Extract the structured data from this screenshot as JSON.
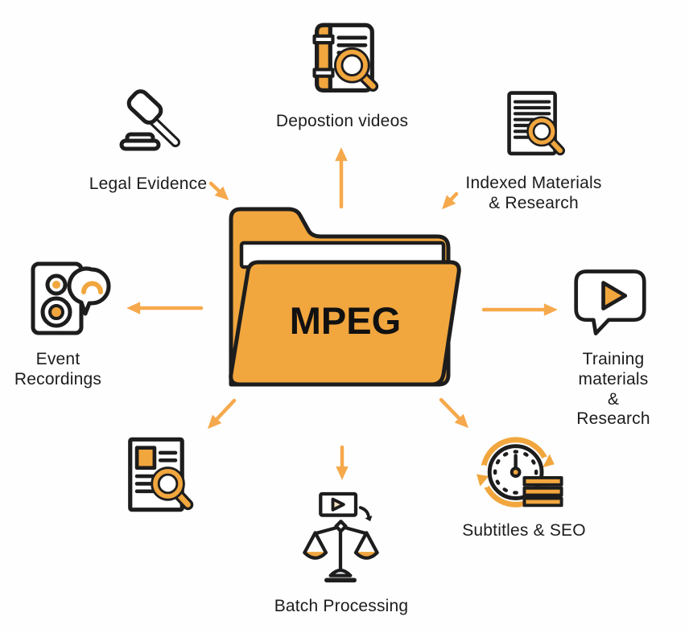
{
  "title": "MPEG use cases diagram",
  "colors": {
    "icon_orange": "#F1A63E",
    "arrow_orange": "#F6A94C",
    "outline_black": "#1d1d1d",
    "text_color": "#1c1c1c",
    "background": "#FEFEFE"
  },
  "center": {
    "label": "MPEG",
    "icon": "folder-icon"
  },
  "nodes": [
    {
      "id": "depostion-videos",
      "position": "top",
      "icon": "book-magnifier-icon",
      "label": "Depostion videos",
      "arrow": "from-center-up"
    },
    {
      "id": "legal-evidence",
      "position": "top-left",
      "icon": "gavel-icon",
      "label": "Legal Evidence",
      "arrow": "to-center-down-right"
    },
    {
      "id": "indexed-materials-research",
      "position": "top-right",
      "icon": "document-magnifier-icon",
      "label": "Indexed Materials\n& Research",
      "arrow": "to-center-down-left"
    },
    {
      "id": "event-recordings",
      "position": "left",
      "icon": "speaker-chat-icon",
      "label": "Event\nRecordings",
      "arrow": "from-center-left"
    },
    {
      "id": "training-materials-research",
      "position": "right",
      "icon": "chat-play-icon",
      "label": "Training materials\n& Research",
      "arrow": "from-center-right"
    },
    {
      "id": "document-review",
      "position": "bottom-left",
      "icon": "report-magnifier-icon",
      "label": "",
      "arrow": "from-center-down-left"
    },
    {
      "id": "batch-processing",
      "position": "bottom",
      "icon": "scales-video-icon",
      "label": "Batch Processing",
      "arrow": "from-center-down"
    },
    {
      "id": "subtitles-seo",
      "position": "bottom-right",
      "icon": "clock-subtitles-icon",
      "label": "Subtitles & SEO",
      "arrow": "from-center-down-right"
    }
  ]
}
